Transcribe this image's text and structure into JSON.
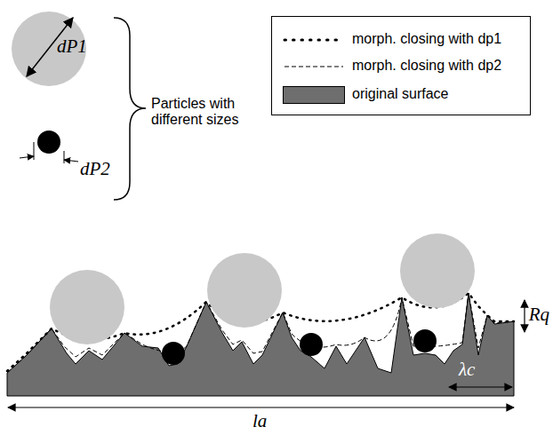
{
  "diagram": {
    "labels": [
      "dP1",
      "dP2",
      "Particles with different sizes",
      "Rq",
      "λc",
      "la"
    ],
    "legend": [
      {
        "text": "morph. closing with dp1"
      },
      {
        "text": "morph. closing with dp2"
      },
      {
        "text": "original surface",
        "color": "#6e6e6e"
      }
    ]
  }
}
